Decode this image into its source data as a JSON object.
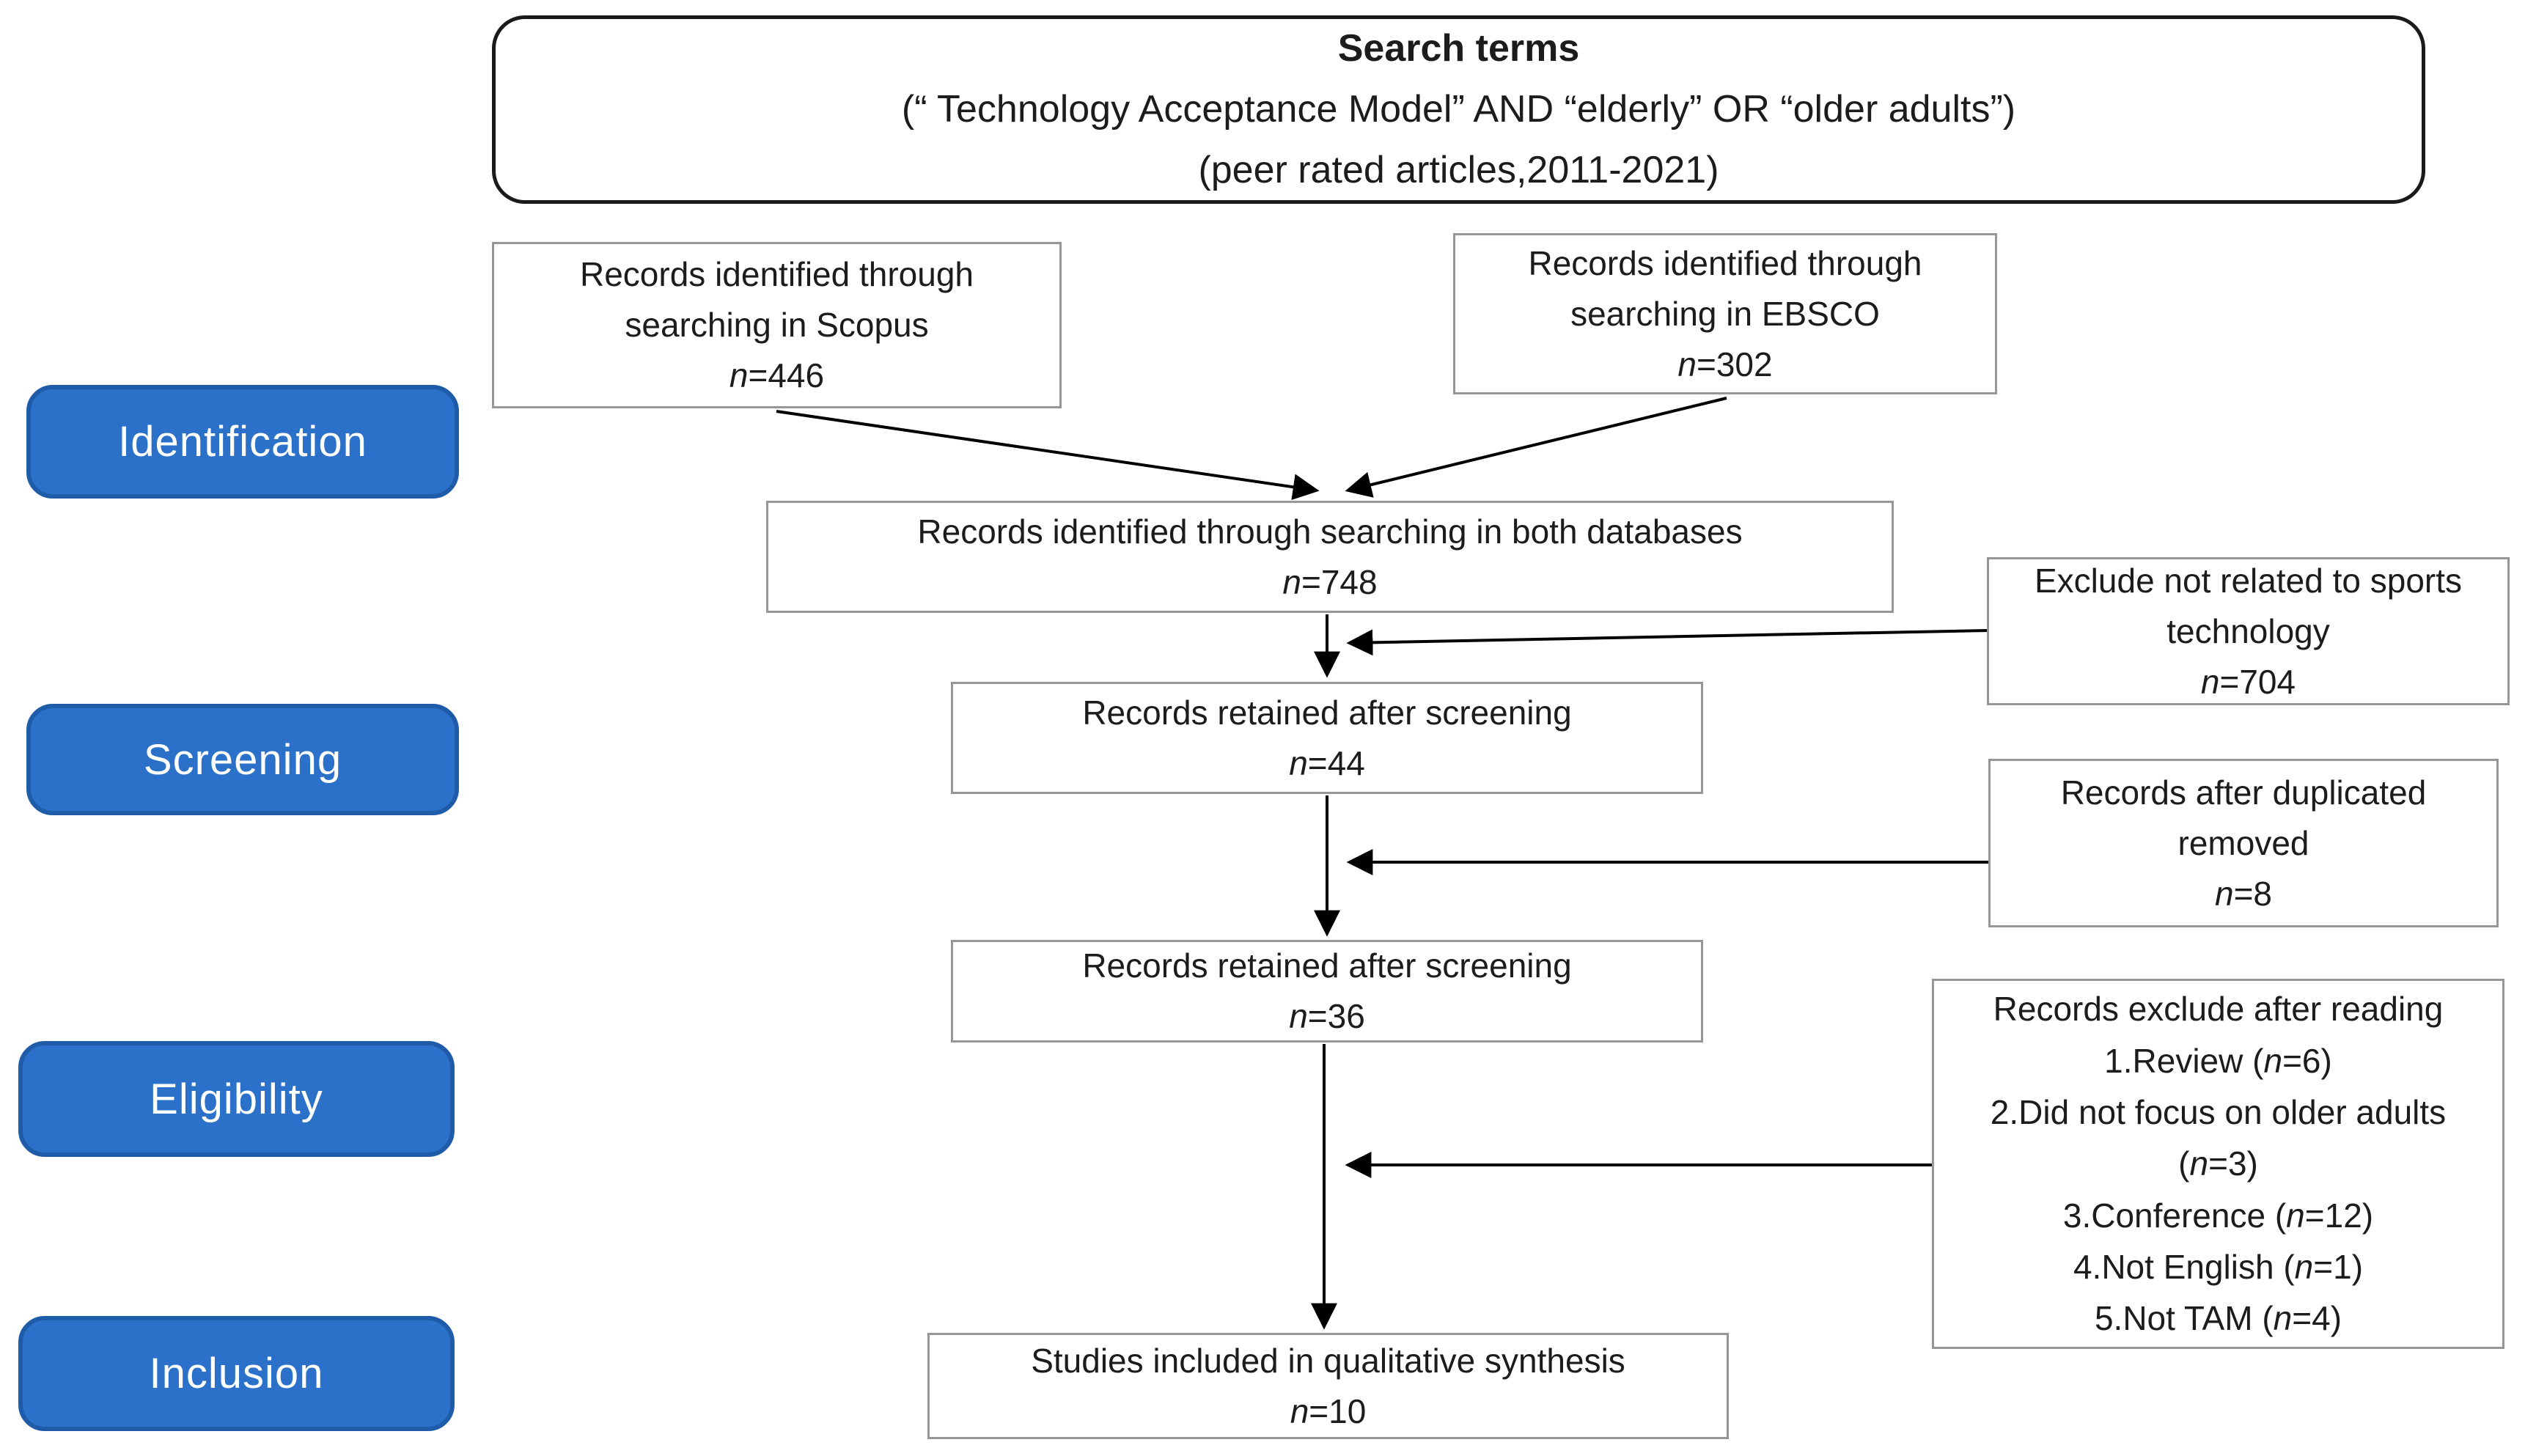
{
  "colors": {
    "stage-fill": "#2B70C9",
    "stage-border": "#1E5BA9",
    "stage-text": "#FFFFFF",
    "box-border": "#969696",
    "box-text": "#1C1C1C",
    "arrow": "#000000",
    "title-border": "#1A1A1A"
  },
  "search_terms": {
    "title": "Search terms",
    "query_line": "(“ Technology Acceptance Model” AND “elderly” OR “older adults”)",
    "filter_line": "(peer rated articles,2011-2021)"
  },
  "stages": [
    {
      "label": "Identification"
    },
    {
      "label": "Screening"
    },
    {
      "label": "Eligibility"
    },
    {
      "label": "Inclusion"
    }
  ],
  "boxes": {
    "scopus": {
      "text": "Records identified through searching in Scopus",
      "count": "n=446"
    },
    "ebsco": {
      "text": "Records identified through searching in EBSCO",
      "count": "n=302"
    },
    "both_databases": {
      "text": "Records identified through searching in both databases",
      "count": "n=748"
    },
    "exclude_sports": {
      "text": "Exclude not related to sports technology",
      "count": "n=704"
    },
    "retained_after_screening_1": {
      "text": "Records retained after screening",
      "count": "n=44"
    },
    "duplicates_removed": {
      "text": "Records after duplicated removed",
      "count": "n=8"
    },
    "retained_after_screening_2": {
      "text": "Records retained after screening",
      "count": "n=36"
    },
    "excluded_after_reading": {
      "title": "Records exclude after reading",
      "items": [
        "1.Review (n=6)",
        "2.Did not focus on older adults (n=3)",
        "3.Conference (n=12)",
        "4.Not English (n=1)",
        "5.Not TAM (n=4)"
      ]
    },
    "included": {
      "text": "Studies included in qualitative synthesis",
      "count": "n=10"
    }
  }
}
